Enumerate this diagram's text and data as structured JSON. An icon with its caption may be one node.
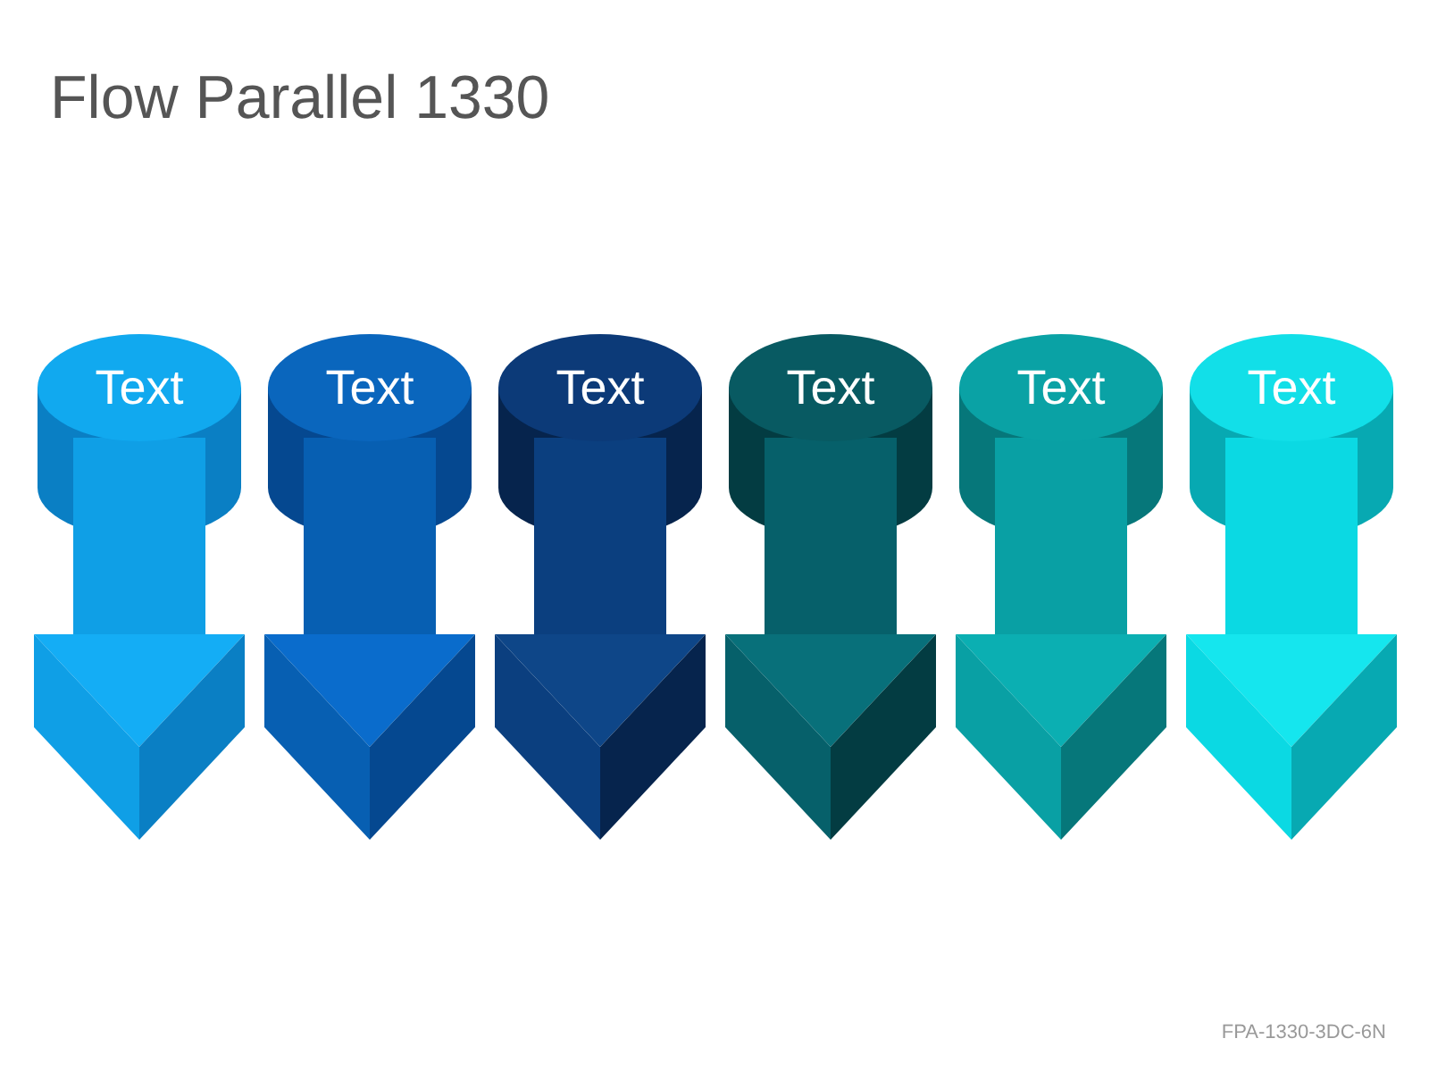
{
  "diagram": {
    "title": "Flow Parallel 1330",
    "nodes": [
      {
        "text": [
          "Text"
        ]
      },
      {
        "text": [
          "Text"
        ]
      },
      {
        "text": [
          "Text"
        ]
      },
      {
        "text": [
          "Text"
        ]
      },
      {
        "text": [
          "Text"
        ]
      },
      {
        "text": [
          "Text"
        ]
      }
    ],
    "labels": [
      "FPA-1330-3DC-6N"
    ]
  }
}
